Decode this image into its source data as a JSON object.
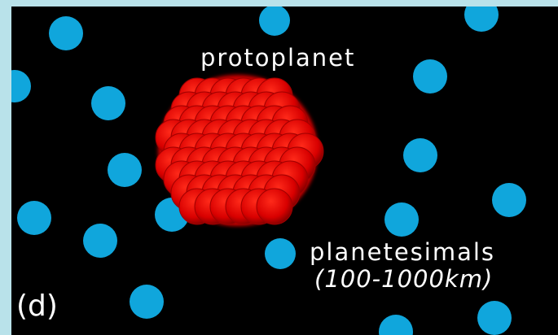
{
  "labels": {
    "protoplanet": "protoplanet",
    "planetesimals": "planetesimals",
    "size_range": "(100-1000km)",
    "panel": "(d)"
  },
  "colors": {
    "background": "#000000",
    "frame": "#b9e2ea",
    "planetesimal": "#10a6dc",
    "protoplanet": "#dd0000"
  }
}
